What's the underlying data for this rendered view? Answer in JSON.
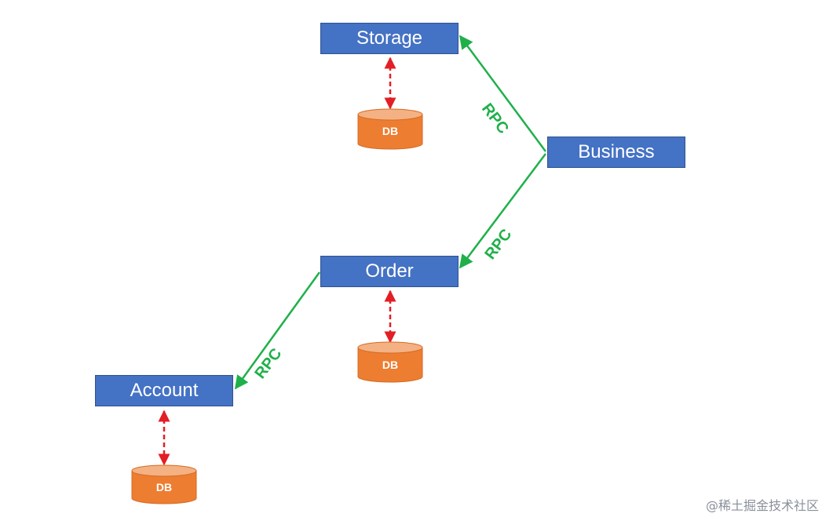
{
  "nodes": {
    "storage": "Storage",
    "business": "Business",
    "order": "Order",
    "account": "Account"
  },
  "db_label": "DB",
  "edge_label": "RPC",
  "edges": [
    {
      "from": "Business",
      "to": "Storage",
      "label": "RPC"
    },
    {
      "from": "Business",
      "to": "Order",
      "label": "RPC"
    },
    {
      "from": "Order",
      "to": "Account",
      "label": "RPC"
    }
  ],
  "watermark": "@稀土掘金技术社区",
  "colors": {
    "node_fill": "#4472c4",
    "db_fill": "#ed7d31",
    "rpc_line": "#1fb04a",
    "db_link": "#e31e24"
  }
}
